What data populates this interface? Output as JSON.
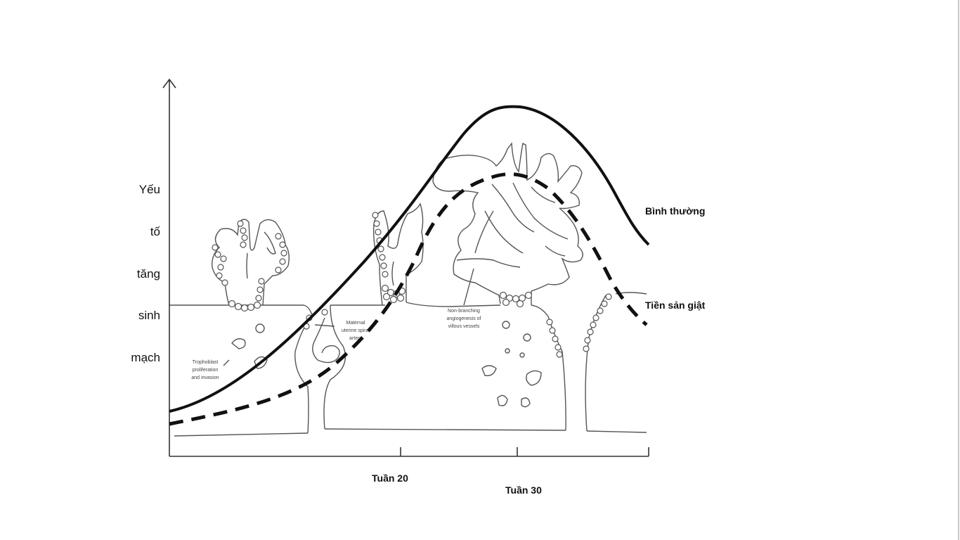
{
  "y_axis_label": [
    "Yếu",
    "tố",
    "tăng",
    "sinh",
    "mạch"
  ],
  "ticks": {
    "week20": "Tuần 20",
    "week30": "Tuần 30"
  },
  "curves": {
    "normal": "Bình thường",
    "preeclampsia": "Tiền sản giật"
  },
  "annotations": {
    "trophoblast": [
      "Trophoblast",
      "proliferation",
      "and invasion"
    ],
    "spiral_artery": [
      "Maternal",
      "uterine spiral",
      "artery"
    ],
    "angiogenesis": [
      "Non-branching",
      "angiogenesis of",
      "villous vessels"
    ]
  },
  "colors": {
    "ink": "#111111",
    "sketch": "#555555",
    "frame": "#c8c8c8"
  }
}
